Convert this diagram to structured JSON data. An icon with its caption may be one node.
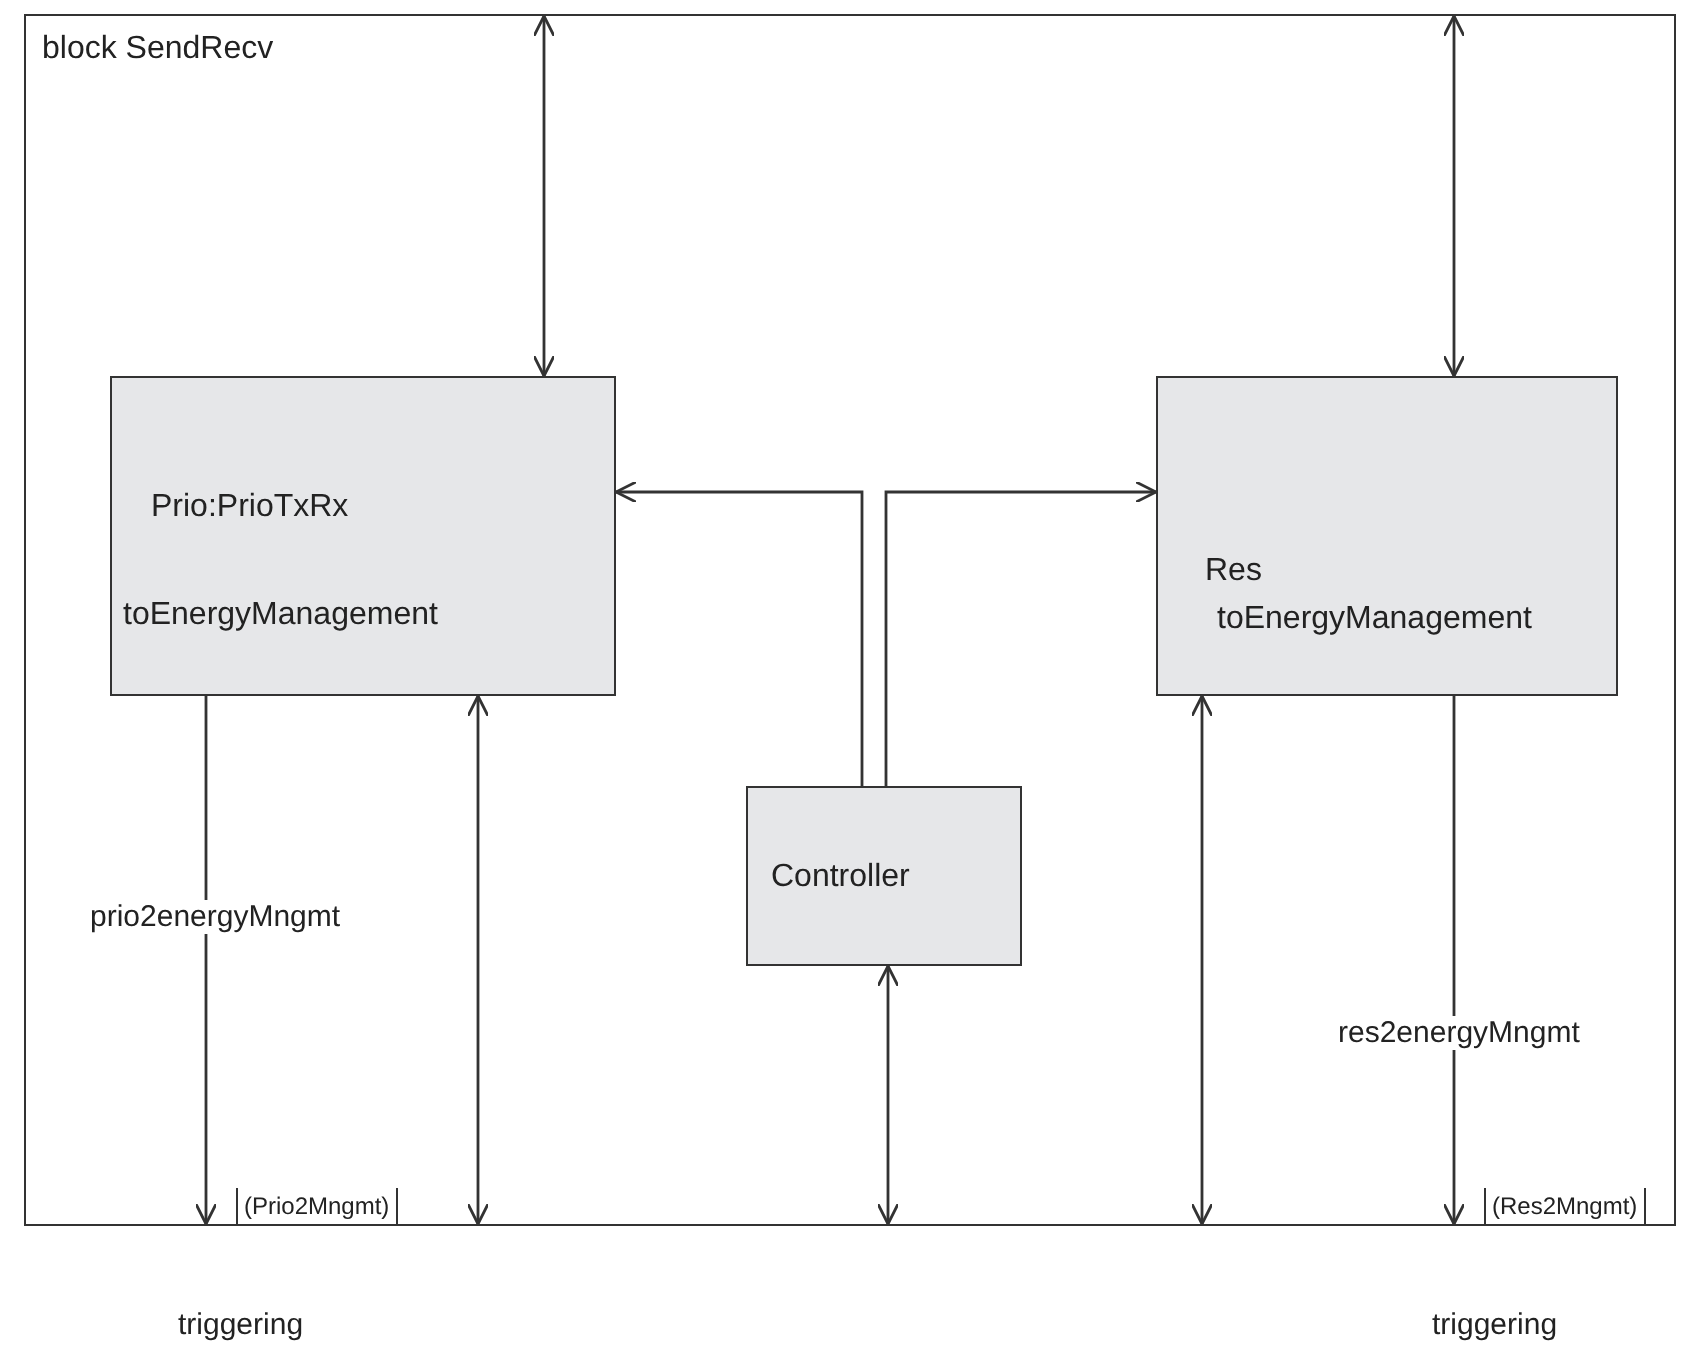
{
  "diagram": {
    "nodes": [
      {
        "text": [
          "block SendRecv"
        ]
      },
      {
        "text": [
          "Prio:PrioTxRx",
          "toEnergyManagement"
        ],
        "in": 0
      },
      {
        "text": [
          "Res",
          "toEnergyManagement"
        ],
        "in": 0
      },
      {
        "text": [
          "Controller"
        ],
        "in": 0
      }
    ],
    "edges": [
      {
        "from": null,
        "to": 1,
        "arrow": "both"
      },
      {
        "from": null,
        "to": 2,
        "arrow": "both"
      },
      {
        "from": 3,
        "to": 1,
        "arrow": "to"
      },
      {
        "from": 3,
        "to": 2,
        "arrow": "to"
      },
      {
        "from": 1,
        "to": null,
        "arrow": "to",
        "label": "prio2energyMngmt"
      },
      {
        "from": null,
        "to": 1,
        "arrow": "both"
      },
      {
        "from": null,
        "to": 3,
        "arrow": "both"
      },
      {
        "from": null,
        "to": 2,
        "arrow": "both"
      },
      {
        "from": 2,
        "to": null,
        "arrow": "to",
        "label": "res2energyMngmt"
      }
    ],
    "labels": [
      "(Prio2Mngmt)",
      "(Res2Mngmt)",
      "triggering",
      "triggering"
    ]
  }
}
